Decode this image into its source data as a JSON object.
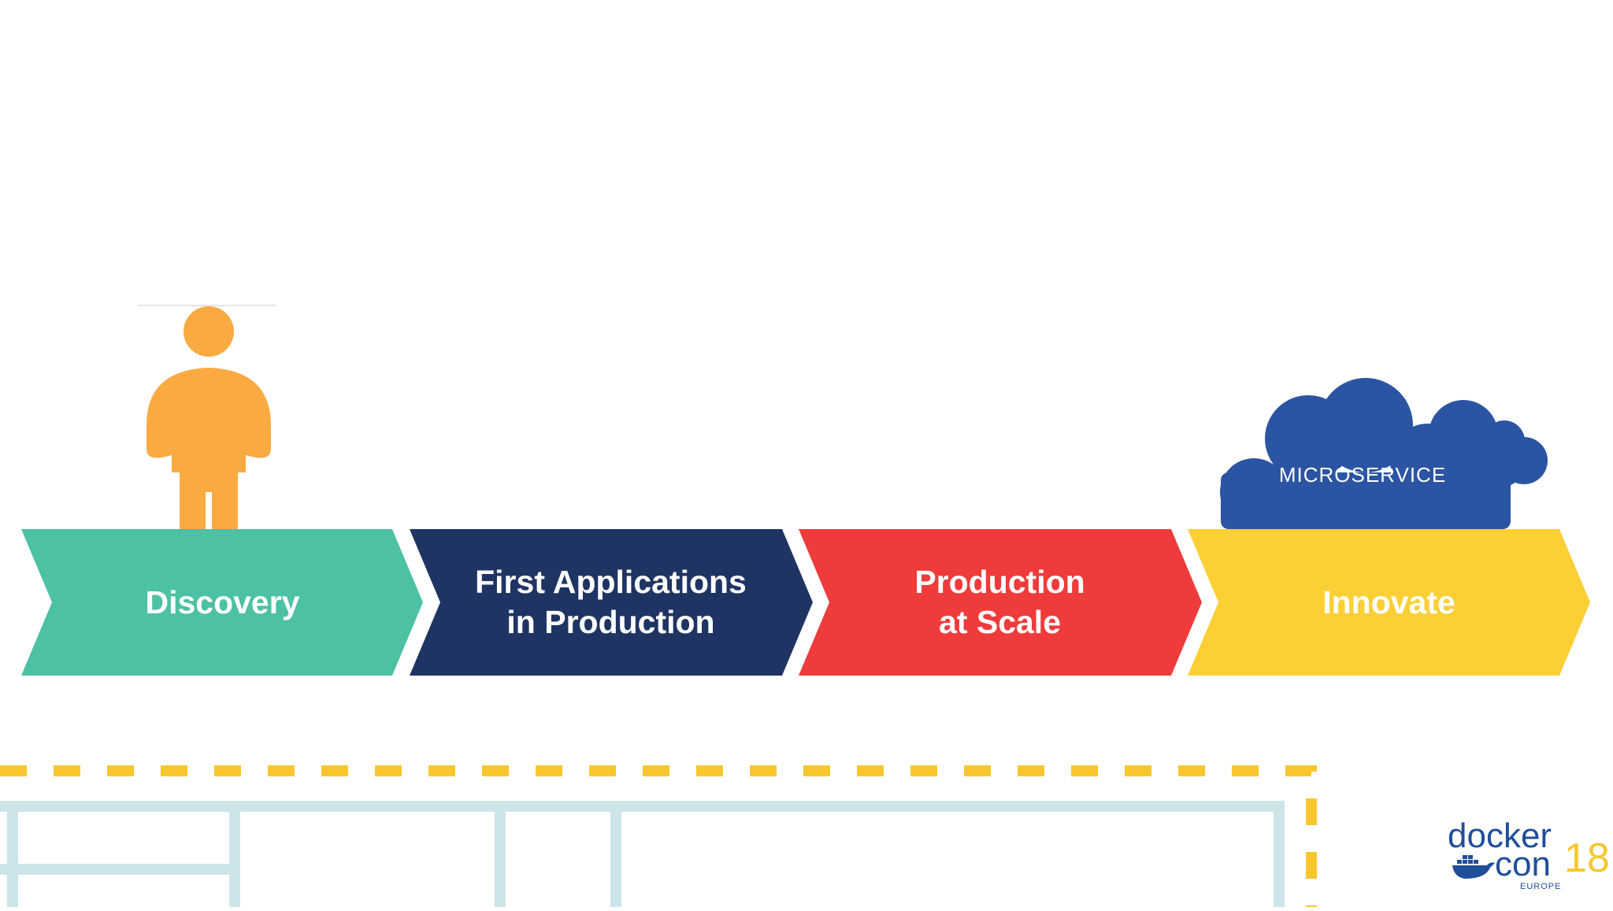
{
  "stages": [
    {
      "lines": [
        "Discovery"
      ],
      "color": "#4dc1a4"
    },
    {
      "lines": [
        "First Applications",
        "in Production"
      ],
      "color": "#1f3463"
    },
    {
      "lines": [
        "Production",
        "at Scale"
      ],
      "color": "#ef3b3b"
    },
    {
      "lines": [
        "Innovate"
      ],
      "color": "#fccf35"
    }
  ],
  "cloud": {
    "label": "MICROSERVICE",
    "color": "#2b54a3"
  },
  "person": {
    "icon": "person-icon",
    "color": "#fbaa42"
  },
  "logo": {
    "word1": "docker",
    "word2": "con",
    "year": "18",
    "region": "EUROPE"
  },
  "colors": {
    "dashed_border": "#f7c72d",
    "grid_lines": "#cde4e8"
  }
}
